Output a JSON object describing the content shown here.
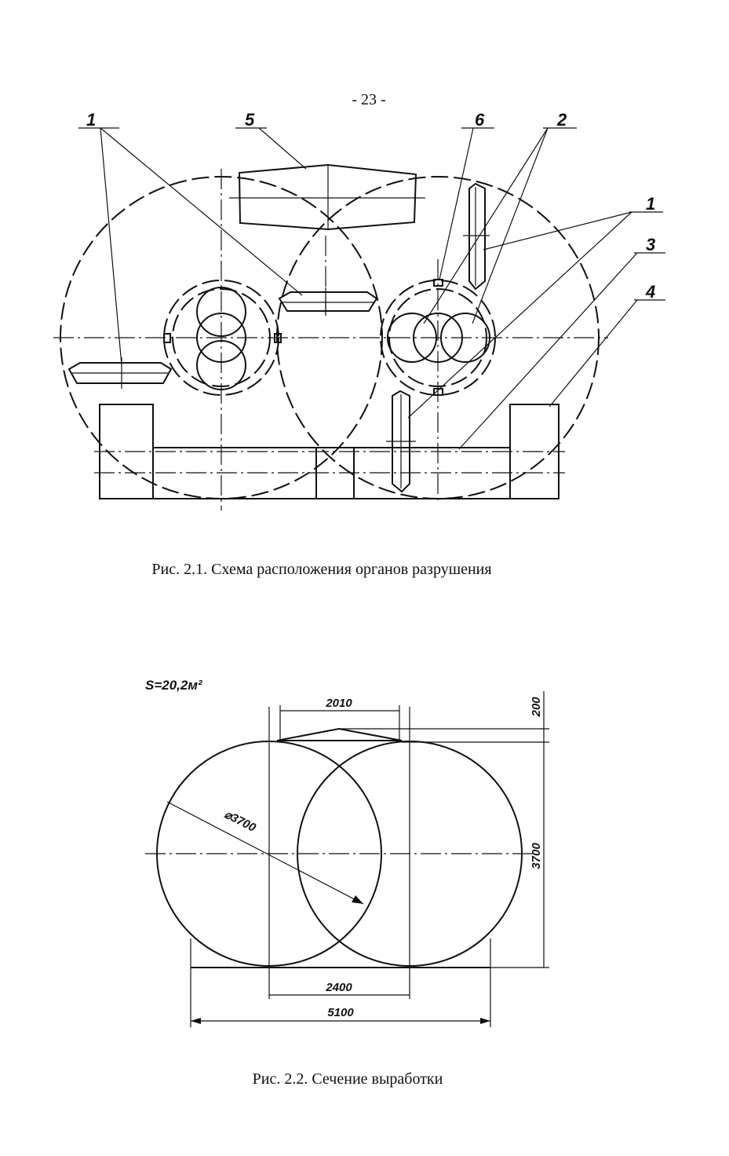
{
  "page_number": "- 23 -",
  "figure1": {
    "caption": "Рис. 2.1. Схема расположения органов разрушения",
    "labels": [
      "1",
      "5",
      "6",
      "2",
      "1",
      "3",
      "4"
    ]
  },
  "figure2": {
    "caption": "Рис. 2.2. Сечение выработки",
    "area": "S=20,2м²",
    "dimensions": {
      "top_width": "2010",
      "top_height": "200",
      "height": "3700",
      "diameter": "⌀3700",
      "center_distance": "2400",
      "total_width": "5100"
    }
  }
}
